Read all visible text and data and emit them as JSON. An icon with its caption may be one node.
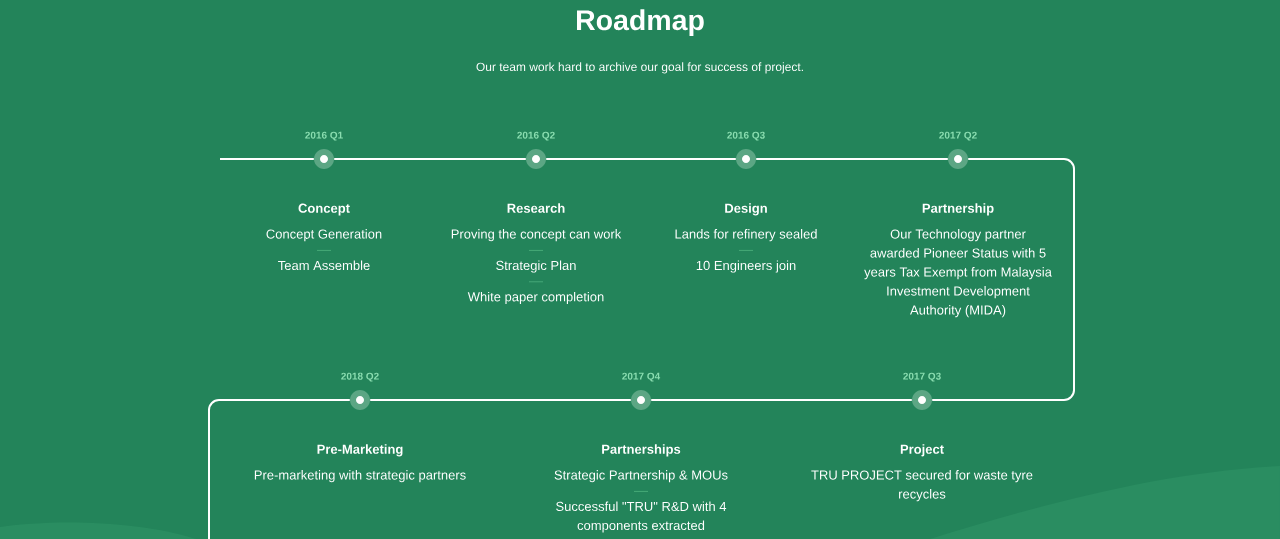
{
  "diagram": {
    "title": "Roadmap",
    "nodes": [
      {
        "text": [],
        "shape": "circle",
        "beside": [
          "2016 Q1",
          "Concept",
          "Concept Generation",
          "Team Assemble"
        ]
      },
      {
        "text": [],
        "shape": "circle",
        "beside": [
          "2016 Q2",
          "Research",
          "Proving the concept can work",
          "Strategic Plan",
          "White paper completion"
        ]
      },
      {
        "text": [],
        "shape": "circle",
        "beside": [
          "2016 Q3",
          "Design",
          "Lands for refinery sealed",
          "10 Engineers join"
        ]
      },
      {
        "text": [],
        "shape": "circle",
        "beside": [
          "2017 Q2",
          "Partnership",
          "Our Technology partner awarded Pioneer Status with 5 years Tax Exempt from Malaysia Investment Development Authority (MIDA)"
        ]
      },
      {
        "text": [],
        "shape": "circle",
        "beside": [
          "2018 Q2",
          "Pre-Marketing",
          "Pre-marketing with strategic partners"
        ]
      },
      {
        "text": [],
        "shape": "circle",
        "beside": [
          "2017 Q4",
          "Partnerships",
          "Strategic Partnership & MOUs",
          "Successful \"TRU\" R&D with 4 components extracted"
        ]
      },
      {
        "text": [],
        "shape": "circle",
        "beside": [
          "2017 Q3",
          "Project",
          "TRU PROJECT secured for waste tyre recycles"
        ]
      }
    ],
    "edges": [
      {
        "from": null,
        "to": 0,
        "arrow": "none"
      },
      {
        "from": 0,
        "to": 1,
        "arrow": "none"
      },
      {
        "from": 1,
        "to": 2,
        "arrow": "none"
      },
      {
        "from": 2,
        "to": 3,
        "arrow": "none"
      },
      {
        "from": 3,
        "to": 6,
        "arrow": "none"
      },
      {
        "from": 6,
        "to": 5,
        "arrow": "none"
      },
      {
        "from": 5,
        "to": 4,
        "arrow": "none"
      },
      {
        "from": 4,
        "to": null,
        "arrow": "none"
      }
    ],
    "labels": [
      "Our team work hard to archive our goal for success of project."
    ]
  }
}
